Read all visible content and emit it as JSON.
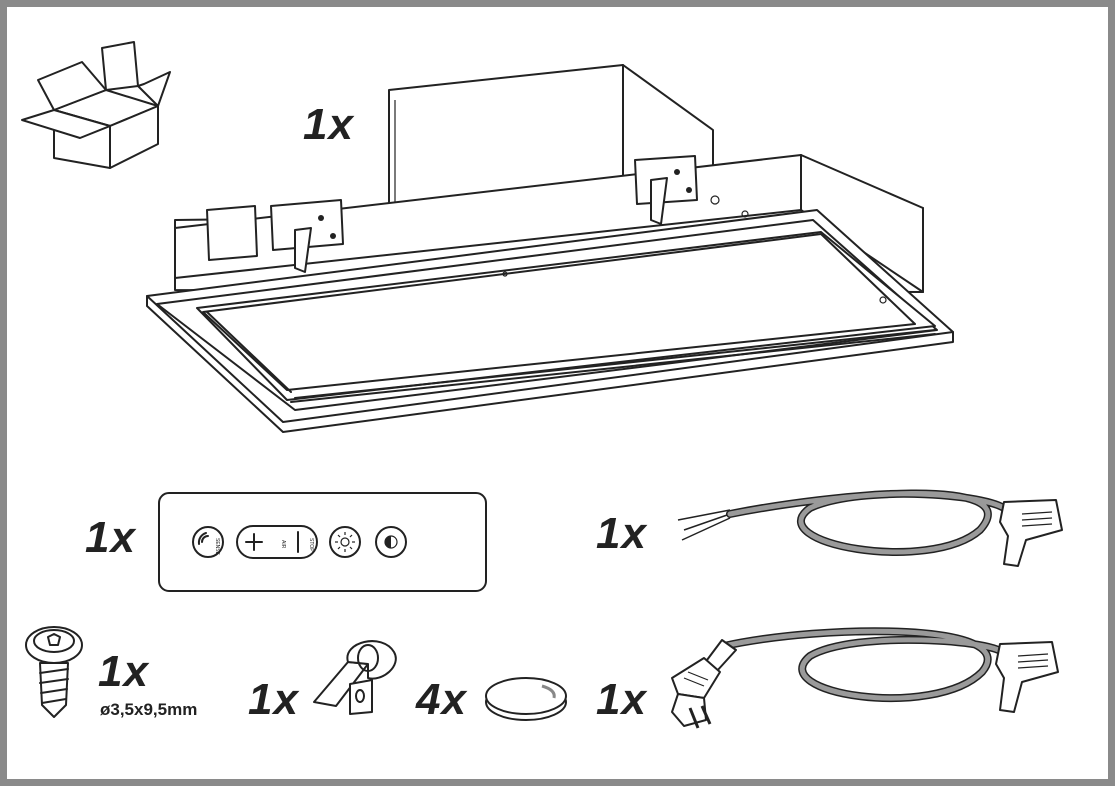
{
  "items": {
    "hood": {
      "qty": "1x"
    },
    "control_panel": {
      "qty": "1x",
      "labels": {
        "sense": "SENSE",
        "air": "AIR",
        "stop": "STOP"
      }
    },
    "cable_wires": {
      "qty": "1x"
    },
    "screw": {
      "qty": "1x",
      "spec": "ø3,5x9,5mm"
    },
    "clip": {
      "qty": "1x"
    },
    "cap": {
      "qty": "4x"
    },
    "cable_plug": {
      "qty": "1x"
    }
  },
  "icons": [
    "box-icon",
    "hood-icon",
    "control-panel-icon",
    "cable-wires-icon",
    "screw-icon",
    "clip-icon",
    "cap-icon",
    "cable-plug-icon"
  ],
  "colors": {
    "frame": "#8a8a8a",
    "ink": "#222222",
    "cable": "#9a9a9a"
  }
}
